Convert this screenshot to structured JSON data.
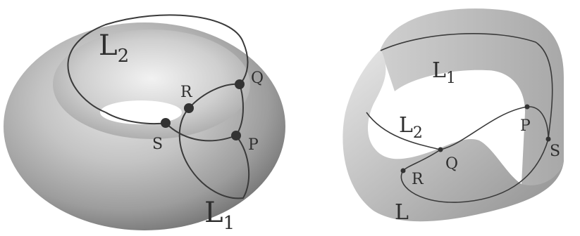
{
  "torus": {
    "curve_L2": "L",
    "curve_L2_sub": "2",
    "curve_L1": "L",
    "curve_L1_sub": "1",
    "points": {
      "R": "R",
      "Q": "Q",
      "S": "S",
      "P": "P"
    }
  },
  "mobius": {
    "curve_L1": "L",
    "curve_L1_sub": "1",
    "curve_L2": "L",
    "curve_L2_sub": "2",
    "curve_L": "L",
    "points": {
      "P": "P",
      "S": "S",
      "Q": "Q",
      "R": "R"
    }
  },
  "colors": {
    "surface_light": "#dcdcdc",
    "surface_mid": "#a9a9a9",
    "surface_dark": "#6f6f6f",
    "curve": "#3a3a3a",
    "point": "#333333"
  }
}
